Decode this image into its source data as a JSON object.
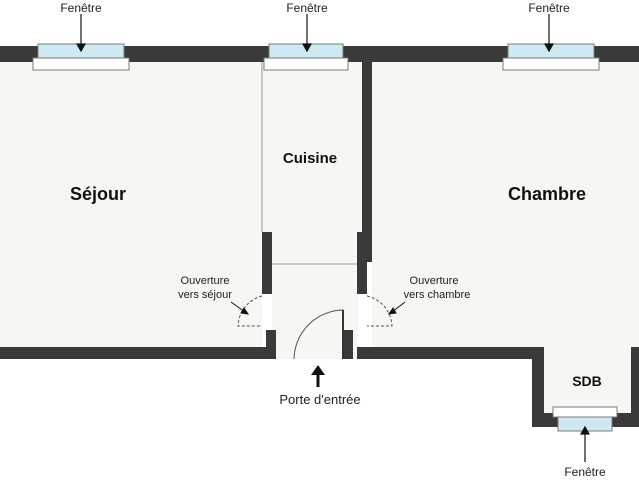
{
  "rooms": {
    "sejour": "Séjour",
    "cuisine": "Cuisine",
    "chambre": "Chambre",
    "sdb": "SDB"
  },
  "windows": {
    "top_left": "Fenêtre",
    "top_center": "Fenêtre",
    "top_right": "Fenêtre",
    "bottom_right": "Fenêtre"
  },
  "openings": {
    "sejour_line1": "Ouverture",
    "sejour_line2": "vers séjour",
    "chambre_line1": "Ouverture",
    "chambre_line2": "vers chambre"
  },
  "entrance": "Porte d'entrée",
  "colors": {
    "wall": "#3a3a3a",
    "floor": "#f6f6f3",
    "window_glass": "#cfe9f2",
    "background": "#ffffff"
  },
  "icons": {
    "entrance_marker": "up-arrow-icon",
    "window_marker": "window-pointer-icon"
  }
}
